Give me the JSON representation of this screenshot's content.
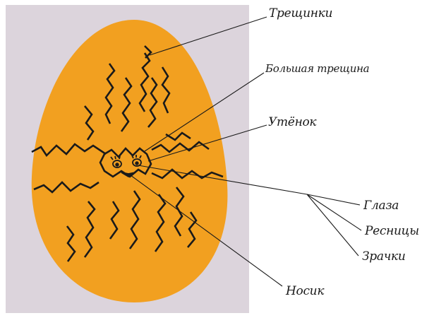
{
  "colors": {
    "egg_fill": "#f2a020",
    "crack_stroke": "#1a1a1a",
    "panel_background": "#dcd4dc",
    "leader_line": "#1a1a1a"
  },
  "labels": {
    "cracks": "Трещинки",
    "big_crack": "Большая трещина",
    "duckling": "Утёнок",
    "eyes": "Глаза",
    "eyelashes": "Ресницы",
    "pupils": "Зрачки",
    "nose": "Носик"
  }
}
